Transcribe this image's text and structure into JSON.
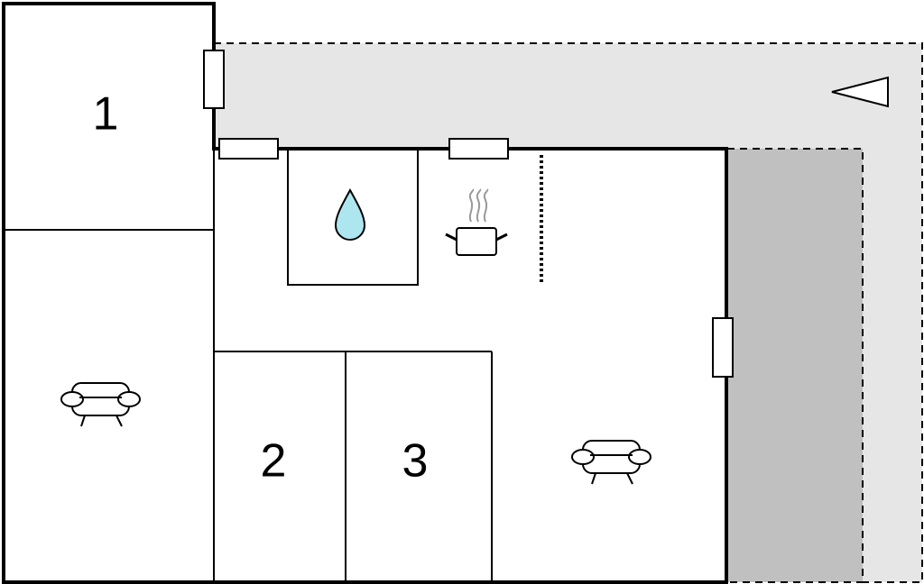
{
  "floorplan": {
    "rooms": [
      {
        "id": "room-1",
        "label": "1"
      },
      {
        "id": "room-2",
        "label": "2"
      },
      {
        "id": "room-3",
        "label": "3"
      }
    ],
    "colors": {
      "terrace_light": "#e6e6e6",
      "terrace_dark": "#c0c0c0",
      "water": "#aee6f0",
      "steam": "#999999"
    },
    "icons": [
      "water-drop-icon",
      "cooking-pot-icon",
      "sofa-icon",
      "sofa-icon",
      "compass-arrow-icon"
    ]
  }
}
